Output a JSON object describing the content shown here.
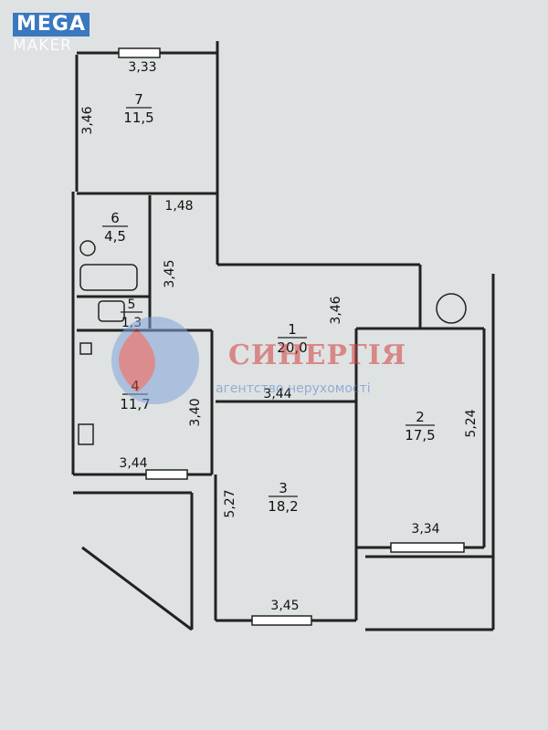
{
  "watermark": {
    "brand_top": "MEGA",
    "brand_bottom": "MAKER"
  },
  "agency": {
    "name": "СИНЕРГІЯ",
    "tagline": "агентство нерухомості"
  },
  "rooms": [
    {
      "number": "7",
      "area": "11,5"
    },
    {
      "number": "6",
      "area": "4,5"
    },
    {
      "number": "5",
      "area": "1,3"
    },
    {
      "number": "4",
      "area": "11,7"
    },
    {
      "number": "1",
      "area": "20,0"
    },
    {
      "number": "2",
      "area": "17,5"
    },
    {
      "number": "3",
      "area": "18,2"
    }
  ],
  "dimensions": {
    "room7_width": "3,33",
    "room7_height": "3,46",
    "corridor_width": "1,48",
    "bath_height": "3,45",
    "hall_height": "3,46",
    "hall_width": "3,44",
    "room4_height": "3,40",
    "room4_width": "3,44",
    "room2_height": "5,24",
    "room2_width": "3,34",
    "room3_height": "5,27",
    "room3_width": "3,45"
  }
}
